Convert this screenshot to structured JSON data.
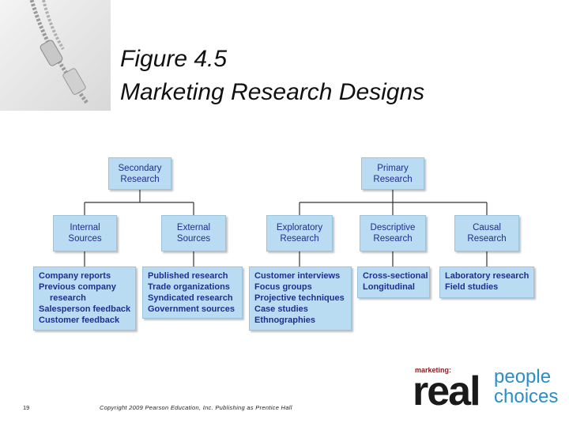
{
  "slide": {
    "title_line1": "Figure 4.5",
    "title_line2": "Marketing Research Designs",
    "page_number": "19",
    "copyright": "Copyright 2009 Pearson Education, Inc. Publishing as Prentice Hall"
  },
  "diagram": {
    "secondary": {
      "line1": "Secondary",
      "line2": "Research"
    },
    "primary": {
      "line1": "Primary",
      "line2": "Research"
    },
    "internal": {
      "line1": "Internal",
      "line2": "Sources"
    },
    "external": {
      "line1": "External",
      "line2": "Sources"
    },
    "exploratory": {
      "line1": "Exploratory",
      "line2": "Research"
    },
    "descriptive": {
      "line1": "Descriptive",
      "line2": "Research"
    },
    "causal": {
      "line1": "Causal",
      "line2": "Research"
    },
    "internal_list": [
      "Company reports",
      "Previous company",
      "research",
      "Salesperson feedback",
      "Customer feedback"
    ],
    "external_list": [
      "Published research",
      "Trade organizations",
      "Syndicated research",
      "Government sources"
    ],
    "exploratory_list": [
      "Customer interviews",
      "Focus groups",
      "Projective techniques",
      "Case studies",
      "Ethnographies"
    ],
    "descriptive_list": [
      "Cross-sectional",
      "Longitudinal"
    ],
    "causal_list": [
      "Laboratory research",
      "Field studies"
    ]
  },
  "logo": {
    "tagline": "marketing:",
    "word_real": "real",
    "word_people": "people",
    "word_choices": "choices"
  },
  "colors": {
    "box_fill": "#b9dcf2",
    "box_text": "#1f2f8f",
    "connector": "#333333"
  }
}
